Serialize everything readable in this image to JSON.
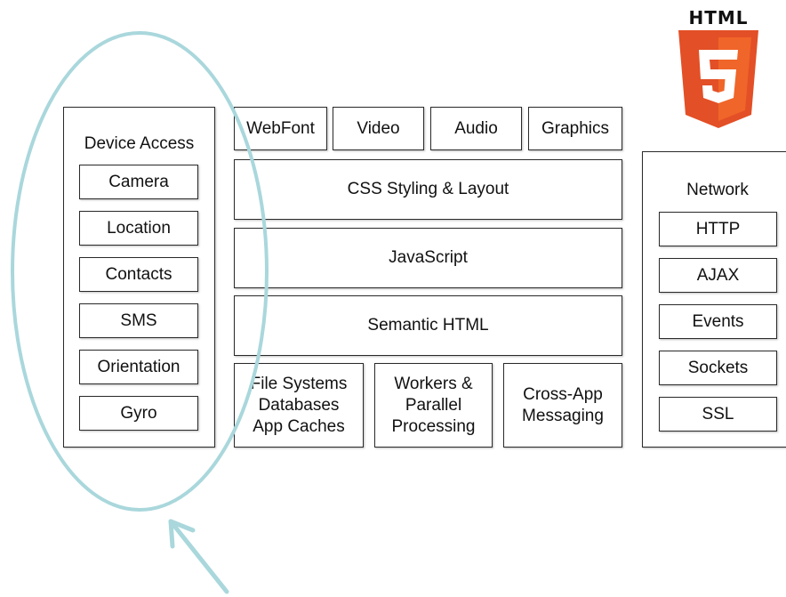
{
  "logo": {
    "text": "HTML",
    "icon": "html5-shield-icon",
    "colors": {
      "orange_dark": "#e34f26",
      "orange_light": "#f06529",
      "white": "#ffffff"
    }
  },
  "device_access": {
    "title": "Device Access",
    "items": [
      "Camera",
      "Location",
      "Contacts",
      "SMS",
      "Orientation",
      "Gyro"
    ]
  },
  "top_row": [
    "WebFont",
    "Video",
    "Audio",
    "Graphics"
  ],
  "layers": [
    "CSS Styling & Layout",
    "JavaScript",
    "Semantic HTML"
  ],
  "bottom_row": [
    "File Systems\nDatabases\nApp Caches",
    "Workers &\nParallel\nProcessing",
    "Cross-App\nMessaging"
  ],
  "network": {
    "title": "Network",
    "items": [
      "HTTP",
      "AJAX",
      "Events",
      "Sockets",
      "SSL"
    ]
  },
  "annotation": {
    "color": "#a9d7dc",
    "icons": [
      "highlight-ellipse",
      "pointer-arrow"
    ]
  }
}
